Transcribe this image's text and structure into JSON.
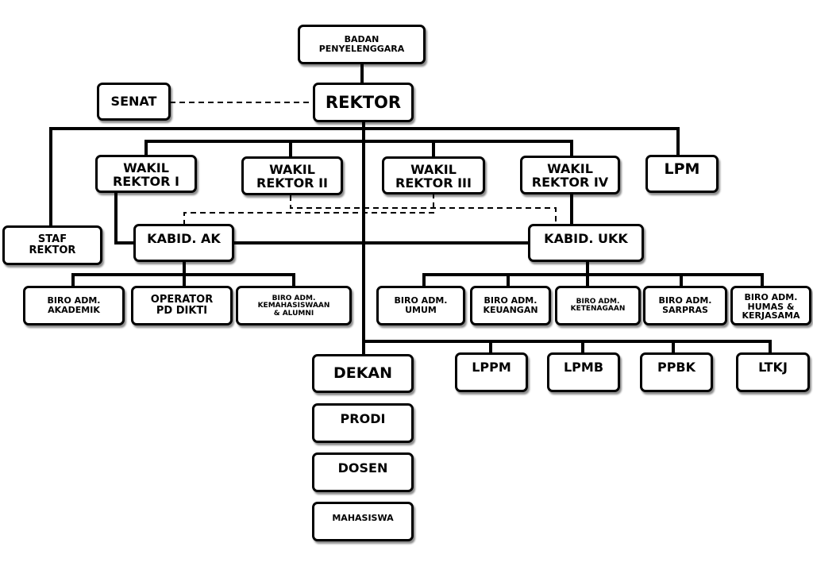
{
  "nodes": {
    "badan": "BADAN\nPENYELENGGARA",
    "rektor": "REKTOR",
    "senat": "SENAT",
    "wr1": "WAKIL\nREKTOR I",
    "wr2": "WAKIL\nREKTOR II",
    "wr3": "WAKIL\nREKTOR III",
    "wr4": "WAKIL\nREKTOR IV",
    "lpm": "LPM",
    "staf": "STAF\nREKTOR",
    "kabid_ak": "KABID. AK",
    "kabid_ukk": "KABID. UKK",
    "biro_akademik": "BIRO ADM.\nAKADEMIK",
    "operator": "OPERATOR\nPD DIKTI",
    "biro_kemahasiswaan": "BIRO ADM.\nKEMAHASISWAAN\n& ALUMNI",
    "biro_umum": "BIRO ADM.\nUMUM",
    "biro_keuangan": "BIRO ADM.\nKEUANGAN",
    "biro_ketenagaan": "BIRO ADM.\nKETENAGAAN",
    "biro_sarpras": "BIRO ADM.\nSARPRAS",
    "biro_humas": "BIRO ADM.\nHUMAS &\nKERJASAMA",
    "dekan": "DEKAN",
    "lppm": "LPPM",
    "lpmb": "LPMB",
    "ppbk": "PPBK",
    "ltkj": "LTKJ",
    "prodi": "PRODI",
    "dosen": "DOSEN",
    "mahasiswa": "MAHASISWA"
  }
}
